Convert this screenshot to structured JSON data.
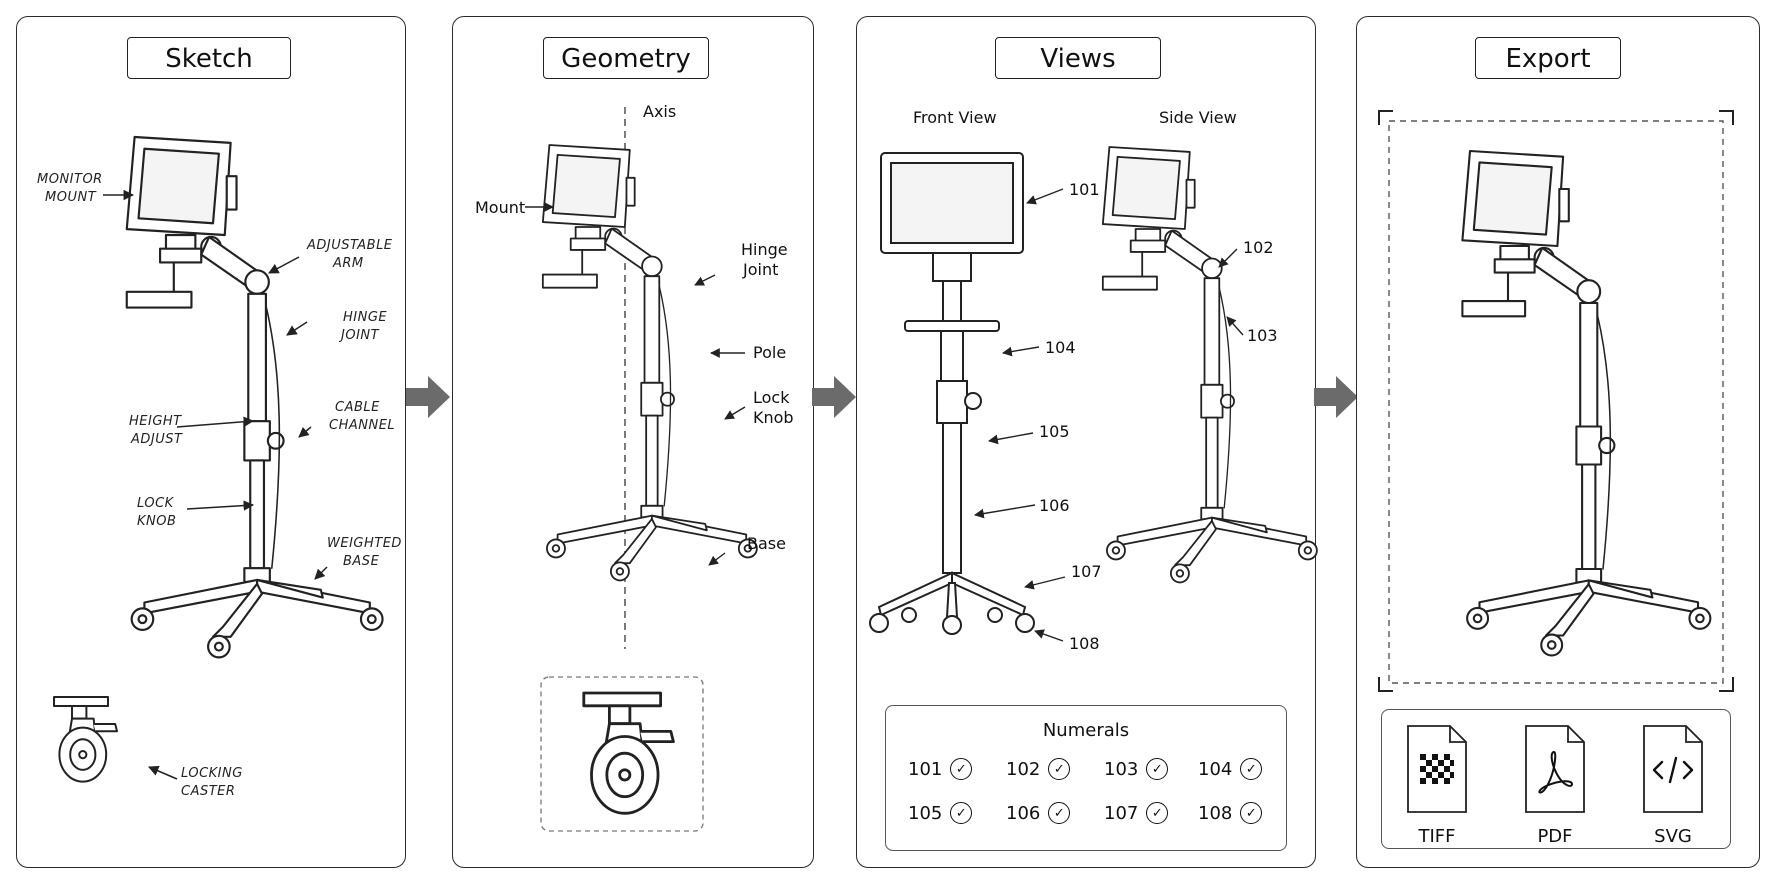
{
  "panels": {
    "sketch": {
      "title": "Sketch",
      "labels": {
        "monitor_mount_1": "MONITOR",
        "monitor_mount_2": "MOUNT",
        "adjustable_arm_1": "ADJUSTABLE",
        "adjustable_arm_2": "ARM",
        "hinge_joint_1": "HINGE",
        "hinge_joint_2": "JOINT",
        "height_adjust_1": "HEIGHT",
        "height_adjust_2": "ADJUST",
        "cable_channel_1": "CABLE",
        "cable_channel_2": "CHANNEL",
        "lock_knob_1": "LOCK",
        "lock_knob_2": "KNOB",
        "weighted_base_1": "WEIGHTED",
        "weighted_base_2": "BASE",
        "locking_caster_1": "LOCKING",
        "locking_caster_2": "CASTER"
      }
    },
    "geometry": {
      "title": "Geometry",
      "labels": {
        "axis": "Axis",
        "mount": "Mount",
        "hinge_1": "Hinge",
        "hinge_2": "Joint",
        "pole": "Pole",
        "lock_1": "Lock",
        "lock_2": "Knob",
        "base": "Base"
      }
    },
    "views": {
      "title": "Views",
      "front_view": "Front View",
      "side_view": "Side View",
      "callouts": [
        "101",
        "102",
        "103",
        "104",
        "105",
        "106",
        "107",
        "108"
      ],
      "numerals": {
        "title": "Numerals",
        "items": [
          "101",
          "102",
          "103",
          "104",
          "105",
          "106",
          "107",
          "108"
        ]
      }
    },
    "export": {
      "title": "Export",
      "formats": [
        {
          "label": "TIFF",
          "icon": "checkerboard-icon"
        },
        {
          "label": "PDF",
          "icon": "acrobat-icon"
        },
        {
          "label": "SVG",
          "icon": "code-brackets-icon"
        }
      ]
    }
  },
  "colors": {
    "line": "#222222",
    "arrow": "#6b6b6b",
    "border": "#2b2b2b"
  }
}
